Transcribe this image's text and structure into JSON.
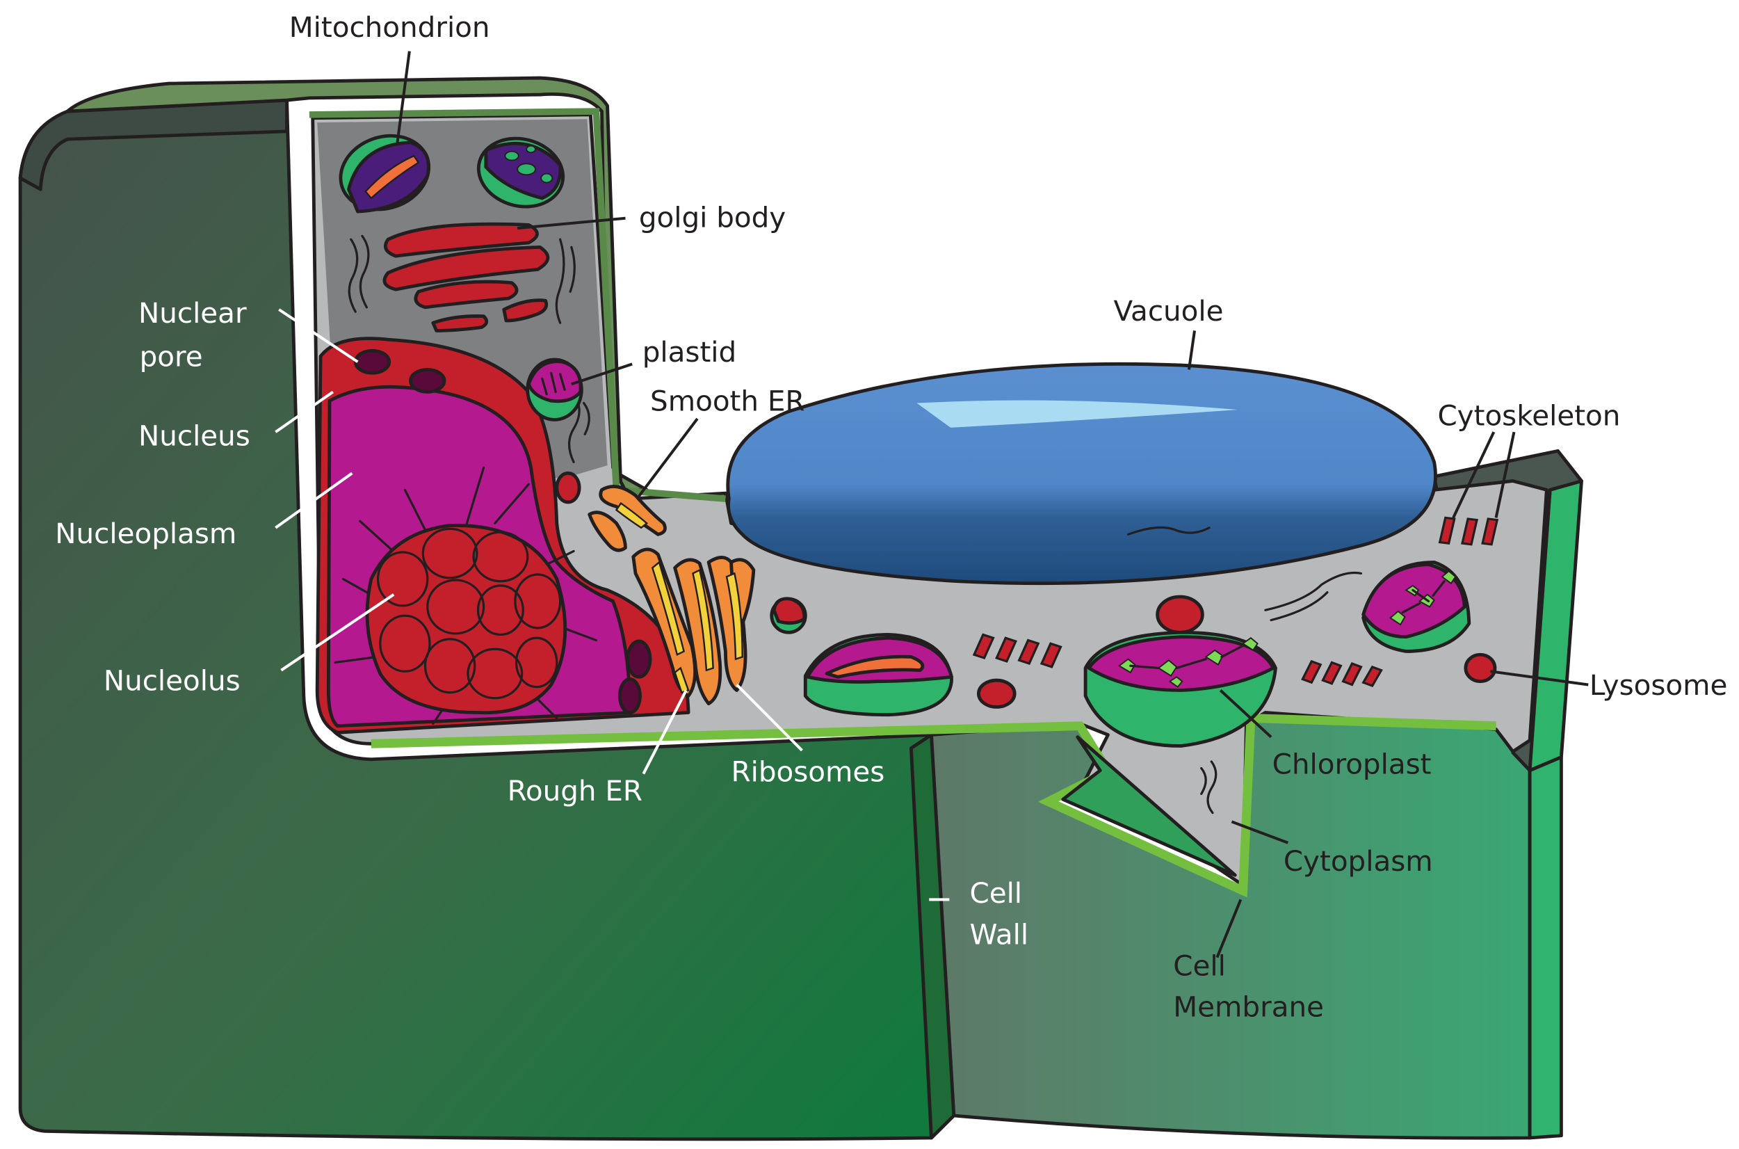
{
  "labels": {
    "mitochondrion": "Mitochondrion",
    "golgi_body": "golgi body",
    "nuclear_pore_1": "Nuclear",
    "nuclear_pore_2": "pore",
    "plastid": "plastid",
    "smooth_er": "Smooth ER",
    "vacuole": "Vacuole",
    "cytoskeleton": "Cytoskeleton",
    "nucleus": "Nucleus",
    "nucleoplasm": "Nucleoplasm",
    "nucleolus": "Nucleolus",
    "lysosome": "Lysosome",
    "ribosomes": "Ribosomes",
    "rough_er": "Rough ER",
    "chloroplast": "Chloroplast",
    "cytoplasm": "Cytoplasm",
    "cell_wall_1": "Cell",
    "cell_wall_2": "Wall",
    "cell_membrane_1": "Cell",
    "cell_membrane_2": "Membrane"
  }
}
